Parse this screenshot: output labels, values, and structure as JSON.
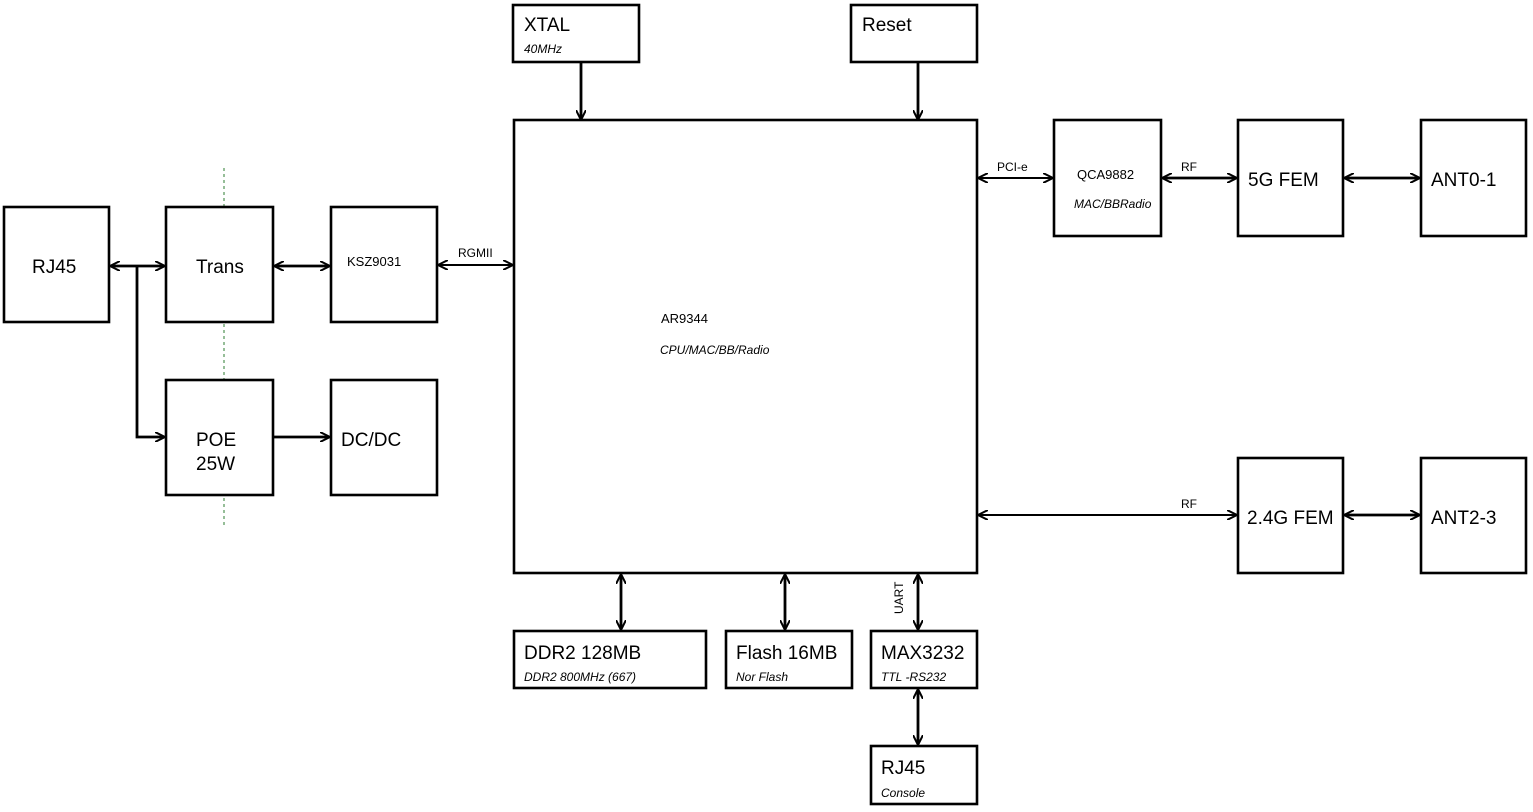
{
  "colors": {
    "line": "#000000",
    "background": "#ffffff",
    "guide": "#2e7d32"
  },
  "blocks": {
    "xtal": {
      "title": "XTAL",
      "subtitle": "40MHz"
    },
    "reset": {
      "title": "Reset"
    },
    "rj45_eth": {
      "title": "RJ45"
    },
    "trans": {
      "title": "Trans"
    },
    "ksz9031": {
      "title": "KSZ9031"
    },
    "poe": {
      "title_line1": "POE",
      "title_line2": "25W"
    },
    "dcdc": {
      "title": "DC/DC"
    },
    "ar9344": {
      "title": "AR9344",
      "subtitle": "CPU/MAC/BB/Radio"
    },
    "qca9882": {
      "title": "QCA9882",
      "subtitle": "MAC/BBRadio"
    },
    "fem5g": {
      "title": "5G FEM"
    },
    "ant01": {
      "title": "ANT0-1"
    },
    "fem24g": {
      "title": "2.4G FEM"
    },
    "ant23": {
      "title": "ANT2-3"
    },
    "ddr2": {
      "title": "DDR2 128MB",
      "subtitle": "DDR2 800MHz (667)"
    },
    "flash": {
      "title": "Flash 16MB",
      "subtitle": "Nor Flash"
    },
    "max3232": {
      "title": "MAX3232",
      "subtitle": "TTL -RS232"
    },
    "rj45_console": {
      "title": "RJ45",
      "subtitle": "Console"
    }
  },
  "links": {
    "rgmii": "RGMII",
    "pcie": "PCI-e",
    "rf_5g": "RF",
    "rf_24g": "RF",
    "uart": "UART"
  }
}
